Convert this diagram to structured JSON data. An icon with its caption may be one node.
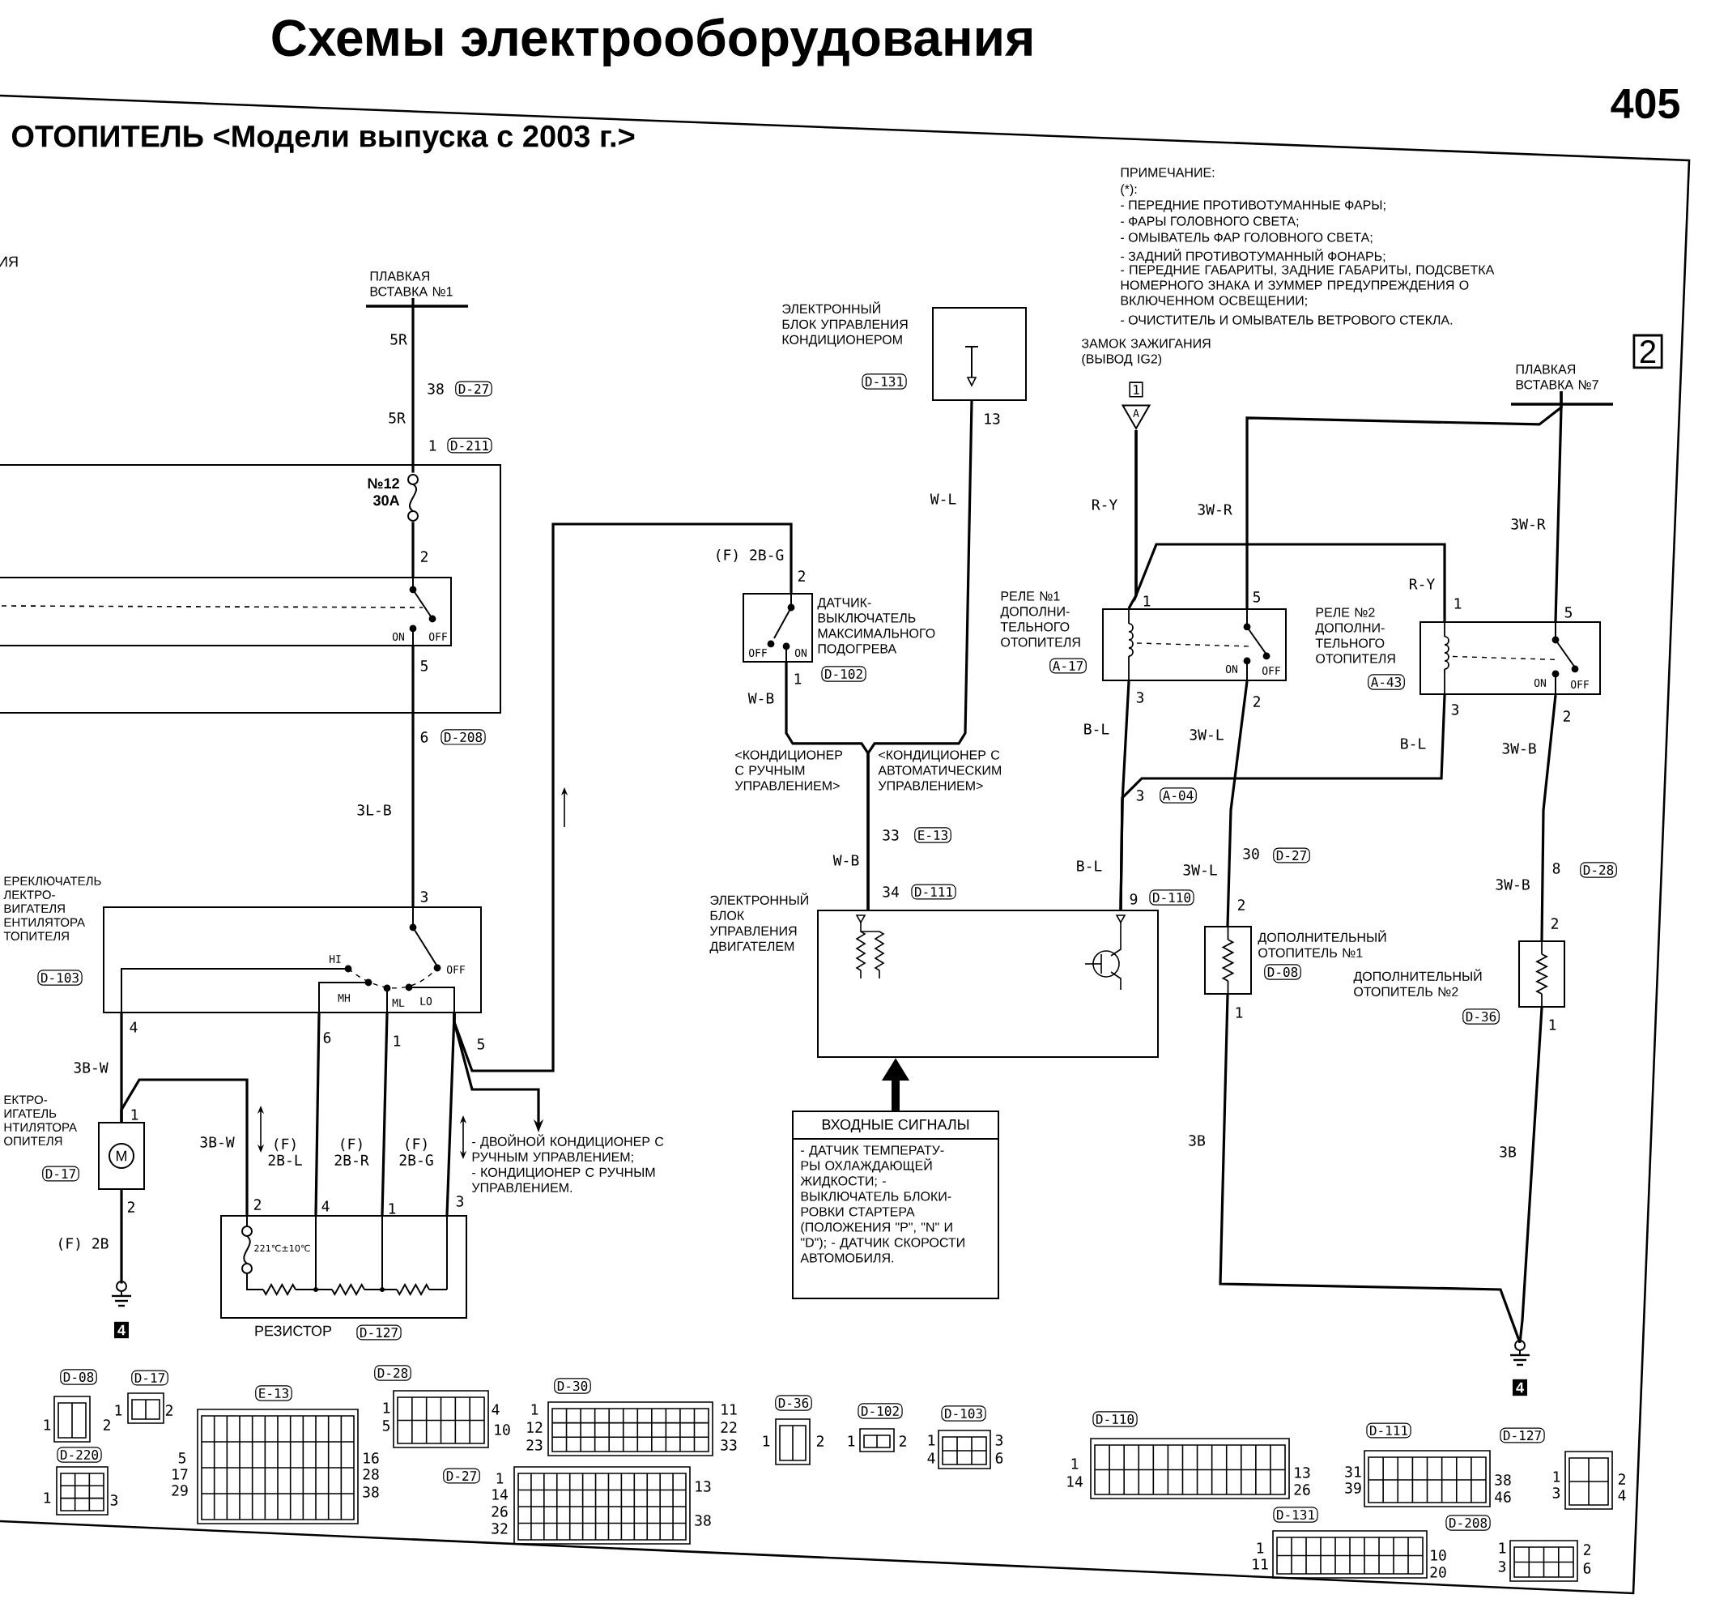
{
  "diagram": {
    "title": "Схемы электрооборудования",
    "nodes": [
      {
        "text": [
          "ПЛАВКАЯ ВСТАВКА №1"
        ]
      },
      {
        "text": [],
        "shape": "box"
      },
      {
        "text": [
          "№12 30A"
        ],
        "in": 1
      },
      {
        "text": [
          "ON",
          "OFF"
        ],
        "in": 1
      },
      {
        "text": [
          "ЕРЕКЛЮЧАТЕЛЬ ЛЕКТРО- ВИГАТЕЛЯ ЕНТИЛЯТОРА ТОПИТЕЛЯ",
          "HI",
          "MH",
          "ML",
          "LO",
          "OFF",
          "D-103"
        ]
      },
      {
        "text": [
          "ЕКТРО- ИГАТЕЛЬ НТИЛЯТОРА ОПИТЕЛЯ",
          "M",
          "D-17"
        ]
      },
      {
        "text": [
          "4"
        ]
      },
      {
        "text": [
          "221℃±10℃",
          "РЕЗИСТОР",
          "D-127"
        ]
      },
      {
        "text": [
          "РЕЛЕ №1 ДОПОЛНИ- ТЕЛЬНОГО ОТОПИТЕЛЯ",
          "ON",
          "OFF",
          "A-17"
        ]
      },
      {
        "text": [
          "РЕЛЕ №2 ДОПОЛНИ- ТЕЛЬНОГО ОТОПИТЕЛЯ",
          "ON",
          "OFF",
          "A-43"
        ]
      },
      {
        "text": [
          "OFF",
          "ON",
          "ДАТЧИК- ВЫКЛЮЧАТЕЛЬ МАКСИМАЛЬНОГО ПОДОГРЕВА",
          "D-102"
        ]
      },
      {
        "text": [
          "ЭЛЕКТРОННЫЙ БЛОК УПРАВЛЕНИЯ КОНДИЦИОНЕРОМ",
          "D-131"
        ]
      },
      {
        "text": [
          "ЭЛЕКТРОННЫЙ БЛОК УПРАВЛЕНИЯ ДВИГАТЕЛЕМ"
        ]
      },
      {
        "text": [
          "ВХОДНЫЕ СИГНАЛЫ",
          "- ДАТЧИК ТЕМПЕРАТУ- РЫ ОХЛАЖДАЮЩЕЙ ЖИДКОСТИ; - ВЫКЛЮЧАТЕЛЬ БЛОКИ- РОВКИ СТАРТЕРА (ПОЛОЖЕНИЯ \"P\", \"N\" И \"D\"); - ДАТЧИК СКОРОСТИ АВТОМОБИЛЯ."
        ]
      },
      {
        "text": [
          "ДОПОЛНИТЕЛЬНЫЙ ОТОПИТЕЛЬ №1",
          "D-08"
        ]
      },
      {
        "text": [
          "ДОПОЛНИТЕЛЬНЫЙ ОТОПИТЕЛЬ №2",
          "D-36"
        ]
      },
      {
        "text": [
          "ЗАМОК ЗАЖИГАНИЯ (ВЫВОД IG2)",
          "1",
          "A"
        ]
      },
      {
        "text": [
          "ПЛАВКАЯ ВСТАВКА №7"
        ]
      },
      {
        "text": [
          "4"
        ]
      },
      {
        "text": [
          "- ДВОЙНОЙ КОНДИЦИОНЕР С РУЧНЫМ УПРАВЛЕНИЕМ;",
          "- КОНДИЦИОНЕР С РУЧНЫМ УПРАВЛЕНИЕМ."
        ]
      }
    ],
    "edges": [
      {
        "from": 0,
        "to": 2,
        "arrow": "none"
      },
      {
        "from": 2,
        "to": 3,
        "arrow": "none"
      },
      {
        "from": 3,
        "to": 4,
        "arrow": "none"
      },
      {
        "from": 4,
        "to": 5,
        "arrow": "none"
      },
      {
        "from": 5,
        "to": 7,
        "arrow": "none"
      },
      {
        "from": 4,
        "to": 7,
        "arrow": "none"
      },
      {
        "from": 4,
        "to": 7,
        "arrow": "none"
      },
      {
        "from": 4,
        "to": 7,
        "arrow": "none"
      },
      {
        "from": 5,
        "to": 6,
        "arrow": "none"
      },
      {
        "from": 4,
        "to": 10,
        "arrow": "none"
      },
      {
        "from": 4,
        "to": 19,
        "arrow": "to"
      },
      {
        "from": 10,
        "to": 12,
        "arrow": "none"
      },
      {
        "from": 11,
        "to": 12,
        "arrow": "none"
      },
      {
        "from": 16,
        "to": 8,
        "arrow": "none"
      },
      {
        "from": 16,
        "to": 9,
        "arrow": "none"
      },
      {
        "from": 17,
        "to": 8,
        "arrow": "none"
      },
      {
        "from": 17,
        "to": 9,
        "arrow": "none"
      },
      {
        "from": 8,
        "to": 12,
        "arrow": "none"
      },
      {
        "from": 9,
        "to": 12,
        "arrow": "none"
      },
      {
        "from": 8,
        "to": 14,
        "arrow": "none"
      },
      {
        "from": 9,
        "to": 15,
        "arrow": "none"
      },
      {
        "from": 14,
        "to": 18,
        "arrow": "none"
      },
      {
        "from": 15,
        "to": 18,
        "arrow": "none"
      },
      {
        "from": 13,
        "to": 12,
        "arrow": "to",
        "style": "thick"
      }
    ],
    "labels": [
      "405",
      "ОТОПИТЕЛЬ <Модели выпуска с 2003 г.>",
      "ИЯ",
      "5R",
      "38",
      "D-27",
      "5R",
      "1",
      "D-211",
      "2",
      "5",
      "6",
      "D-208",
      "3L-B",
      "3",
      "4",
      "6",
      "1",
      "5",
      "3B-W",
      "1",
      "3B-W",
      "(F) 2B-L",
      "(F) 2B-R",
      "(F) 2B-G",
      "2",
      "(F) 2B",
      "2",
      "4",
      "1",
      "3",
      "(F) 2B-G",
      "2",
      "1",
      "W-B",
      "13",
      "W-L",
      "<КОНДИЦИОНЕР С РУЧНЫМ УПРАВЛЕНИЕМ>",
      "<КОНДИЦИОНЕР С АВТОМАТИЧЕСКИМ УПРАВЛЕНИЕМ>",
      "33",
      "E-13",
      "W-B",
      "34",
      "D-111",
      "R-Y",
      "3W-R",
      "1",
      "5",
      "3",
      "2",
      "3W-R",
      "R-Y",
      "1",
      "5",
      "3",
      "2",
      "B-L",
      "3W-L",
      "B-L",
      "3W-B",
      "3",
      "A-04",
      "B-L",
      "3W-L",
      "30",
      "D-27",
      "9",
      "D-110",
      "2",
      "1",
      "3W-B",
      "8",
      "D-28",
      "2",
      "1",
      "3B",
      "3B",
      "2",
      "ПРИМЕЧАНИЕ:",
      "(*):",
      "- ПЕРЕДНИЕ ПРОТИВОТУМАННЫЕ ФАРЫ;",
      "- ФАРЫ ГОЛОВНОГО СВЕТА;",
      "- ОМЫВАТЕЛЬ ФАР ГОЛОВНОГО СВЕТА;",
      "- ЗАДНИЙ ПРОТИВОТУМАННЫЙ ФОНАРЬ;",
      "- ПЕРЕДНИЕ ГАБАРИТЫ, ЗАДНИЕ ГАБАРИТЫ, ПОДСВЕТКА НОМЕРНОГО ЗНАКА И ЗУММЕР ПРЕДУПРЕЖДЕНИЯ О ВКЛЮЧЕННОМ ОСВЕЩЕНИИ;",
      "- ОЧИСТИТЕЛЬ И ОМЫВАТЕЛЬ ВЕТРОВОГО СТЕКЛА.",
      "D-08",
      "1",
      "2",
      "D-17",
      "1",
      "2",
      "D-220",
      "1",
      "3",
      "E-13",
      "5",
      "17",
      "29",
      "16",
      "28",
      "38",
      "D-28",
      "1",
      "5",
      "4",
      "10",
      "D-30",
      "1",
      "12",
      "23",
      "11",
      "22",
      "33",
      "D-27",
      "1",
      "14",
      "26",
      "32",
      "13",
      "38",
      "D-36",
      "1",
      "2",
      "D-102",
      "1",
      "2",
      "D-103",
      "1",
      "4",
      "3",
      "6",
      "D-110",
      "1",
      "14",
      "13",
      "26",
      "D-111",
      "31",
      "39",
      "38",
      "46",
      "D-127",
      "1",
      "3",
      "2",
      "4",
      "D-131",
      "1",
      "11",
      "10",
      "20",
      "D-208",
      "1",
      "3",
      "2",
      "6"
    ]
  }
}
